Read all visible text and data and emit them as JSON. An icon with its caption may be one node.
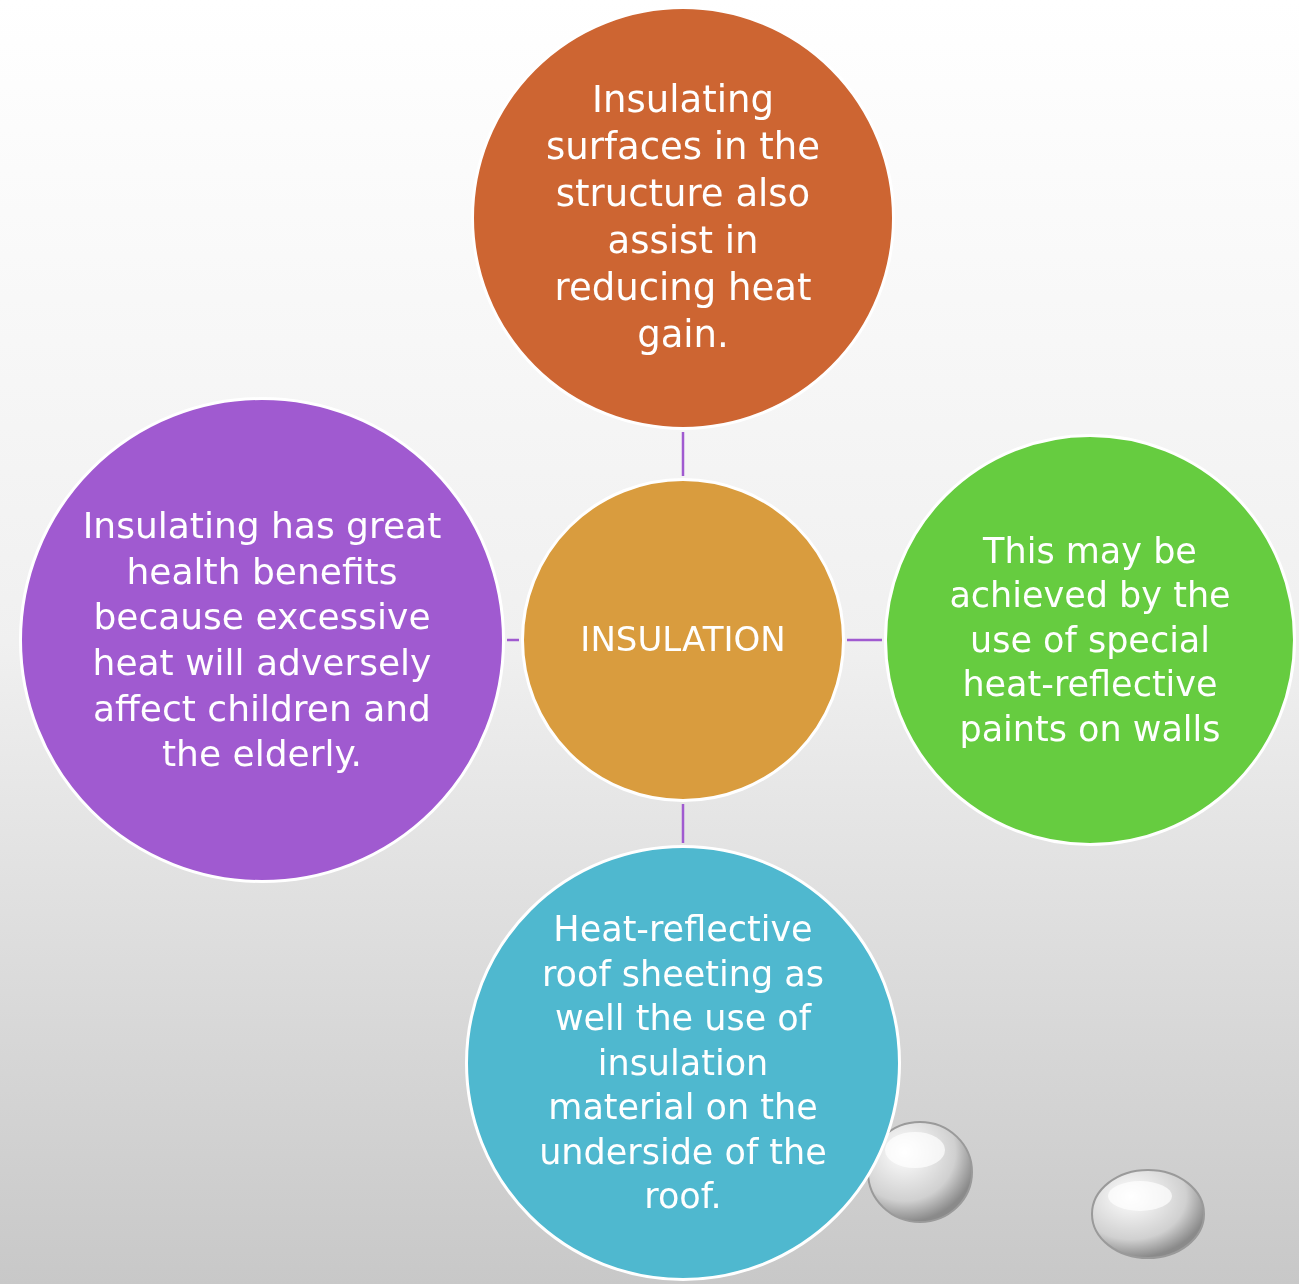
{
  "diagram": {
    "nodes": [
      {
        "text": [
          "INSULATION"
        ]
      },
      {
        "text": [
          "Insulating surfaces in the structure also assist in reducing heat gain."
        ]
      },
      {
        "text": [
          "This may be achieved by the use of special heat-reflective paints on walls"
        ]
      },
      {
        "text": [
          "Heat-reflective roof sheeting as well the use of insulation material on the underside of the roof."
        ]
      },
      {
        "text": [
          "Insulating has great health benefits because excessive heat will adversely affect children and the elderly."
        ]
      }
    ],
    "edges": [
      {
        "from": 0,
        "to": 1,
        "arrow": "none"
      },
      {
        "from": 0,
        "to": 2,
        "arrow": "none"
      },
      {
        "from": 0,
        "to": 3,
        "arrow": "none"
      },
      {
        "from": 0,
        "to": 4,
        "arrow": "none"
      }
    ]
  }
}
